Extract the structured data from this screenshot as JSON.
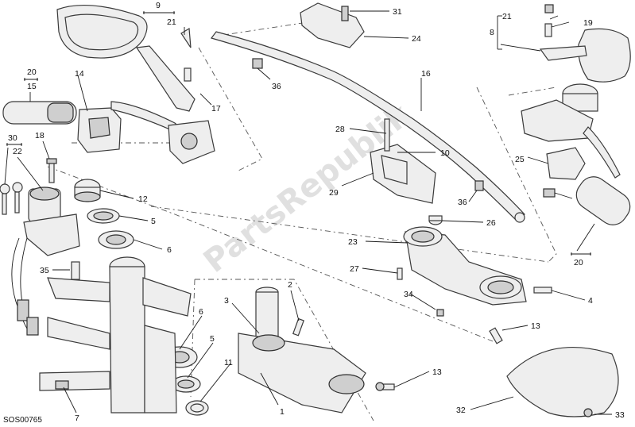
{
  "diagram": {
    "watermark": "PartsRepublik",
    "drawing_code": "SOS00765",
    "callouts": [
      {
        "id": "c9a",
        "text": "9"
      },
      {
        "id": "c21a",
        "text": "21"
      },
      {
        "id": "c17",
        "text": "17"
      },
      {
        "id": "c14",
        "text": "14"
      },
      {
        "id": "c20a",
        "text": "20"
      },
      {
        "id": "c15",
        "text": "15"
      },
      {
        "id": "c30",
        "text": "30"
      },
      {
        "id": "c22",
        "text": "22"
      },
      {
        "id": "c18",
        "text": "18"
      },
      {
        "id": "c12",
        "text": "12"
      },
      {
        "id": "c5a",
        "text": "5"
      },
      {
        "id": "c6a",
        "text": "6"
      },
      {
        "id": "c35",
        "text": "35"
      },
      {
        "id": "c7",
        "text": "7"
      },
      {
        "id": "c31",
        "text": "31"
      },
      {
        "id": "c24",
        "text": "24"
      },
      {
        "id": "c36a",
        "text": "36"
      },
      {
        "id": "c16",
        "text": "16"
      },
      {
        "id": "c28",
        "text": "28"
      },
      {
        "id": "c10",
        "text": "10"
      },
      {
        "id": "c29",
        "text": "29"
      },
      {
        "id": "c36b",
        "text": "36"
      },
      {
        "id": "c26",
        "text": "26"
      },
      {
        "id": "c23",
        "text": "23"
      },
      {
        "id": "c27",
        "text": "27"
      },
      {
        "id": "c34",
        "text": "34"
      },
      {
        "id": "c4",
        "text": "4"
      },
      {
        "id": "c13a",
        "text": "13"
      },
      {
        "id": "c13b",
        "text": "13"
      },
      {
        "id": "c2",
        "text": "2"
      },
      {
        "id": "c3",
        "text": "3"
      },
      {
        "id": "c1",
        "text": "1"
      },
      {
        "id": "c6b",
        "text": "6"
      },
      {
        "id": "c5b",
        "text": "5"
      },
      {
        "id": "c11",
        "text": "11"
      },
      {
        "id": "c8",
        "text": "8"
      },
      {
        "id": "c21b",
        "text": "21"
      },
      {
        "id": "c19",
        "text": "19"
      },
      {
        "id": "c25",
        "text": "25"
      },
      {
        "id": "c20b",
        "text": "20"
      },
      {
        "id": "c32",
        "text": "32"
      },
      {
        "id": "c33",
        "text": "33"
      }
    ]
  }
}
